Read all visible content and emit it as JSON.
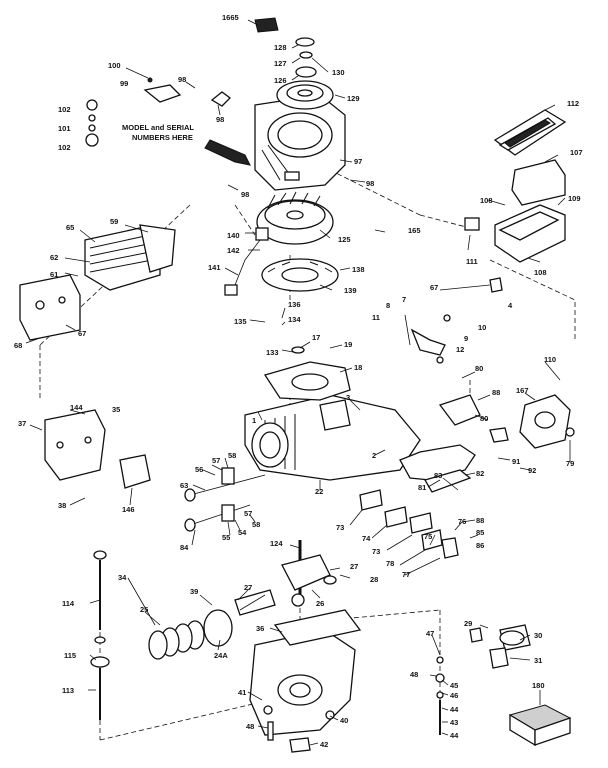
{
  "note": {
    "line1": "MODEL and SERIAL",
    "line2": "NUMBERS HERE"
  },
  "labels": {
    "l_1665": "1665",
    "l_128": "128",
    "l_127": "127",
    "l_126": "126",
    "l_130": "130",
    "l_129": "129",
    "l_100": "100",
    "l_99": "99",
    "l_98a": "98",
    "l_98b": "98",
    "l_98c": "98",
    "l_98d": "98",
    "l_102a": "102",
    "l_101": "101",
    "l_102b": "102",
    "l_112": "112",
    "l_107": "107",
    "l_97": "97",
    "l_108a": "108",
    "l_109": "109",
    "l_108b": "108",
    "l_165": "165",
    "l_111": "111",
    "l_59": "59",
    "l_65": "65",
    "l_140": "140",
    "l_142": "142",
    "l_125": "125",
    "l_62": "62",
    "l_61": "61",
    "l_141": "141",
    "l_138": "138",
    "l_139": "139",
    "l_67a": "67",
    "l_67b": "67",
    "l_68": "68",
    "l_8": "8",
    "l_7": "7",
    "l_4": "4",
    "l_136": "136",
    "l_135": "135",
    "l_134": "134",
    "l_11": "11",
    "l_9": "9",
    "l_10": "10",
    "l_12": "12",
    "l_133": "133",
    "l_17": "17",
    "l_19": "19",
    "l_18": "18",
    "l_80": "80",
    "l_110": "110",
    "l_88": "88",
    "l_167": "167",
    "l_144": "144",
    "l_35": "35",
    "l_3": "3",
    "l_1": "1",
    "l_37": "37",
    "l_80b": "80",
    "l_2": "2",
    "l_79": "79",
    "l_83": "83",
    "l_91": "91",
    "l_92": "92",
    "l_56": "56",
    "l_57a": "57",
    "l_58a": "58",
    "l_81": "81",
    "l_82": "82",
    "l_63": "63",
    "l_22": "22",
    "l_84": "84",
    "l_38": "38",
    "l_146": "146",
    "l_55": "55",
    "l_54": "54",
    "l_58b": "58",
    "l_57b": "57",
    "l_88b": "88",
    "l_73a": "73",
    "l_74": "74",
    "l_76": "76",
    "l_75": "75",
    "l_85": "85",
    "l_86": "86",
    "l_73b": "73",
    "l_78": "78",
    "l_77": "77",
    "l_124": "124",
    "l_26": "26",
    "l_34": "34",
    "l_27a": "27",
    "l_27b": "27",
    "l_39": "39",
    "l_28": "28",
    "l_114": "114",
    "l_25": "25",
    "l_24a": "24A",
    "l_36": "36",
    "l_29": "29",
    "l_30": "30",
    "l_47": "47",
    "l_115": "115",
    "l_48a": "48",
    "l_45": "45",
    "l_46": "46",
    "l_31": "31",
    "l_44": "44",
    "l_43": "43",
    "l_41": "41",
    "l_113": "113",
    "l_42": "42",
    "l_48b": "48",
    "l_40": "40",
    "l_180": "180",
    "l_44b": "44"
  }
}
